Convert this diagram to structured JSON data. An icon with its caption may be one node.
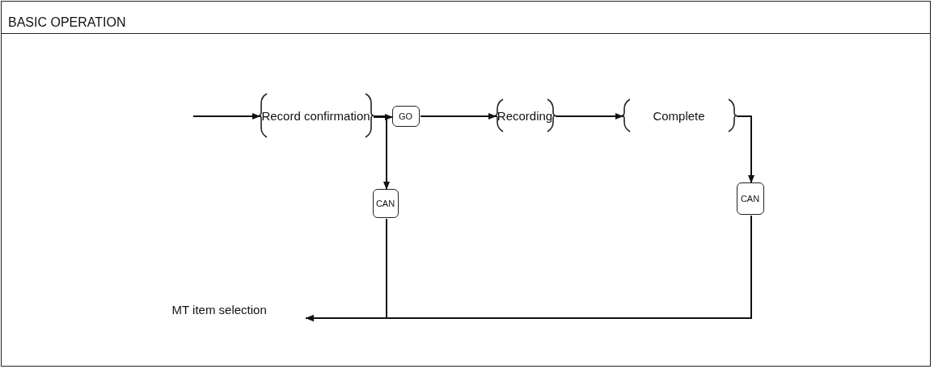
{
  "diagram": {
    "nodes": [
      {
        "text": [
          "BASIC OPERATION"
        ]
      },
      {
        "text": [
          "Record confirmation"
        ],
        "in": 0
      },
      {
        "text": [
          "GO"
        ],
        "in": 0
      },
      {
        "text": [
          "Recording"
        ],
        "in": 0
      },
      {
        "text": [
          "Complete"
        ],
        "in": 0
      },
      {
        "text": [
          "CAN"
        ],
        "in": 0
      },
      {
        "text": [
          "CAN"
        ],
        "in": 0
      },
      {
        "text": [
          "MT item selection"
        ],
        "in": 0
      }
    ],
    "edges": [
      {
        "from": null,
        "to": 1,
        "arrow": "to"
      },
      {
        "from": 1,
        "to": 2,
        "arrow": "to"
      },
      {
        "from": 1,
        "to": 5,
        "arrow": "to"
      },
      {
        "from": 2,
        "to": 3,
        "arrow": "to"
      },
      {
        "from": 3,
        "to": 4,
        "arrow": "to"
      },
      {
        "from": 4,
        "to": 6,
        "arrow": "to"
      },
      {
        "from": 5,
        "to": 7,
        "arrow": "to"
      },
      {
        "from": 6,
        "to": 7,
        "arrow": "to"
      }
    ]
  }
}
